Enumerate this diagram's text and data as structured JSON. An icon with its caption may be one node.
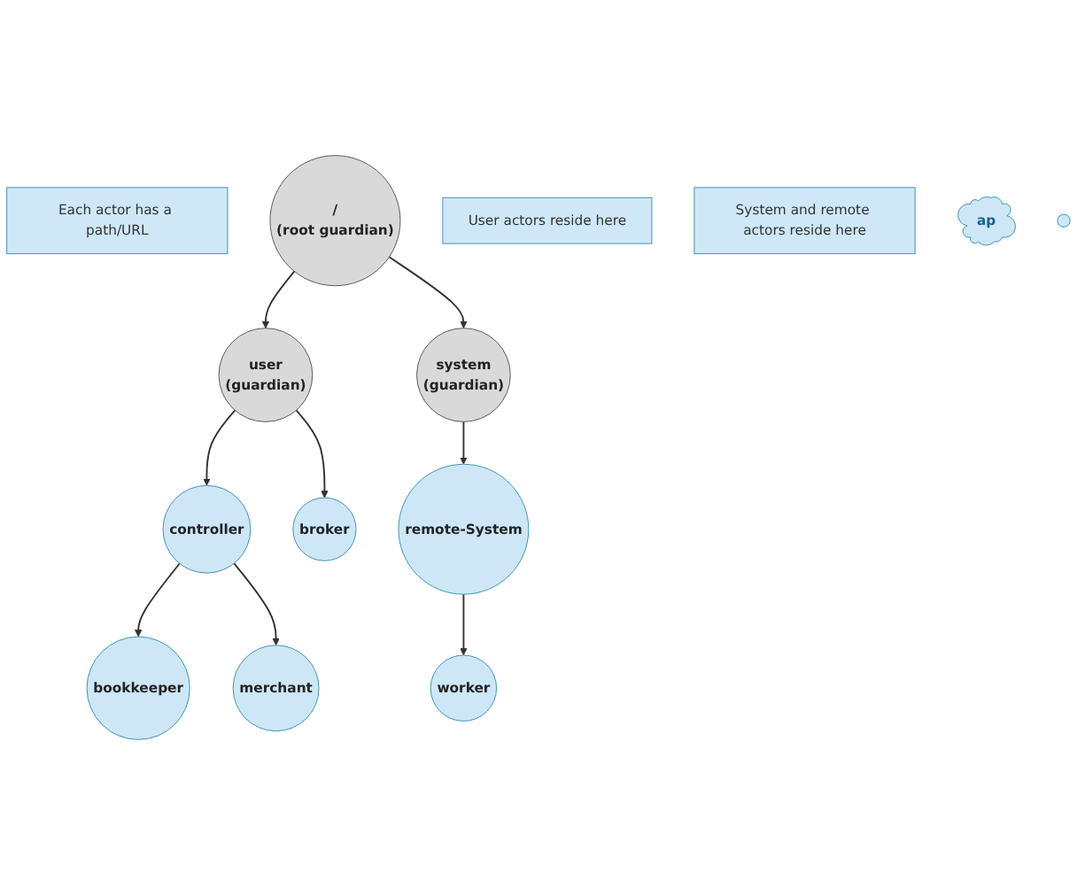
{
  "diagram": {
    "nodes": [
      {
        "text": [
          "Each actor has a path/URL"
        ]
      },
      {
        "text": [
          "/",
          "(root guardian)"
        ]
      },
      {
        "text": [
          "User actors reside here"
        ]
      },
      {
        "text": [
          "System and remote actors reside here"
        ]
      },
      {
        "text": [
          "user",
          "(guardian)"
        ]
      },
      {
        "text": [
          "system",
          "(guardian)"
        ]
      },
      {
        "text": [
          "controller"
        ]
      },
      {
        "text": [
          "broker"
        ]
      },
      {
        "text": [
          "remote-System"
        ]
      },
      {
        "text": [
          "bookkeeper"
        ]
      },
      {
        "text": [
          "merchant"
        ]
      },
      {
        "text": [
          "worker"
        ]
      },
      {
        "text": [
          "ap"
        ]
      },
      {
        "text": [],
        "shape": "circle"
      }
    ],
    "edges": [
      {
        "from": 1,
        "to": 4,
        "arrow": "to"
      },
      {
        "from": 1,
        "to": 5,
        "arrow": "to"
      },
      {
        "from": 4,
        "to": 6,
        "arrow": "to"
      },
      {
        "from": 4,
        "to": 7,
        "arrow": "to"
      },
      {
        "from": 5,
        "to": 8,
        "arrow": "to"
      },
      {
        "from": 6,
        "to": 9,
        "arrow": "to"
      },
      {
        "from": 6,
        "to": 10,
        "arrow": "to"
      },
      {
        "from": 8,
        "to": 11,
        "arrow": "to"
      }
    ]
  }
}
